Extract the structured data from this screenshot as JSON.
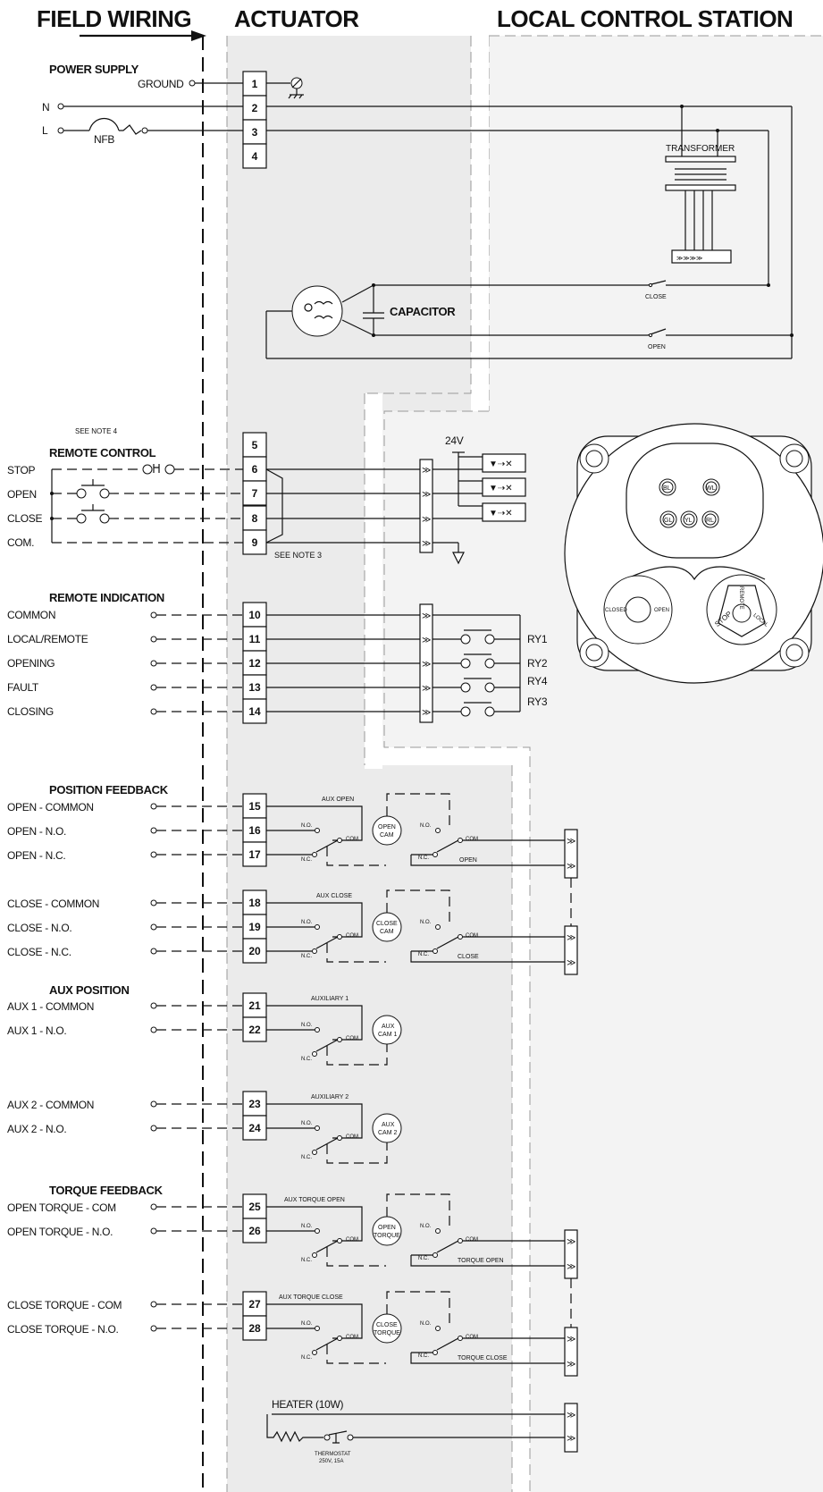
{
  "headers": {
    "field_wiring": "FIELD WIRING",
    "actuator": "ACTUATOR",
    "local_control_station": "LOCAL CONTROL STATION"
  },
  "power_supply": {
    "title": "POWER SUPPLY",
    "ground": "GROUND",
    "n": "N",
    "l": "L",
    "nfb": "NFB",
    "transformer": "TRANSFORMER",
    "capacitor": "CAPACITOR",
    "close": "CLOSE",
    "open": "OPEN"
  },
  "remote_control": {
    "note4": "SEE NOTE 4",
    "title": "REMOTE CONTROL",
    "labels": [
      "STOP",
      "OPEN",
      "CLOSE",
      "COM."
    ],
    "note3": "SEE NOTE 3",
    "voltage": "24V"
  },
  "remote_indication": {
    "title": "REMOTE INDICATION",
    "labels": [
      "COMMON",
      "LOCAL/REMOTE",
      "OPENING",
      "FAULT",
      "CLOSING"
    ],
    "relays": [
      "RY1",
      "RY2",
      "RY4",
      "RY3"
    ]
  },
  "control_station": {
    "lamps": [
      "BL",
      "WL",
      "GL",
      "YL",
      "RL"
    ],
    "selector_left": [
      "CLOSED",
      "OPEN"
    ],
    "selector_right": [
      "REMOTE",
      "STOP",
      "LOCAL"
    ]
  },
  "position_feedback": {
    "title": "POSITION FEEDBACK",
    "labels": [
      "OPEN - COMMON",
      "OPEN - N.O.",
      "OPEN - N.C.",
      "CLOSE - COMMON",
      "CLOSE - N.O.",
      "CLOSE - N.C."
    ],
    "aux_open": "AUX OPEN",
    "aux_close": "AUX CLOSE",
    "open_cam": [
      "OPEN",
      "CAM"
    ],
    "close_cam": [
      "CLOSE",
      "CAM"
    ],
    "open": "OPEN",
    "close": "CLOSE"
  },
  "aux_position": {
    "title": "AUX POSITION",
    "labels": [
      "AUX 1 - COMMON",
      "AUX 1 - N.O.",
      "AUX 2 - COMMON",
      "AUX 2 - N.O."
    ],
    "auxiliary1": "AUXILIARY 1",
    "auxiliary2": "AUXILIARY 2",
    "cam1": [
      "AUX",
      "CAM 1"
    ],
    "cam2": [
      "AUX",
      "CAM 2"
    ]
  },
  "torque_feedback": {
    "title": "TORQUE FEEDBACK",
    "labels": [
      "OPEN TORQUE - COM",
      "OPEN TORQUE - N.O.",
      "CLOSE TORQUE - COM",
      "CLOSE TORQUE - N.O."
    ],
    "aux_torque_open": "AUX TORQUE OPEN",
    "aux_torque_close": "AUX TORQUE CLOSE",
    "open_torque": [
      "OPEN",
      "TORQUE"
    ],
    "close_torque": [
      "CLOSE",
      "TORQUE"
    ],
    "torque_open": "TORQUE OPEN",
    "torque_close": "TORQUE CLOSE"
  },
  "heater": {
    "title": "HEATER (10W)",
    "thermostat": "THERMOSTAT",
    "rating": "250V, 15A"
  },
  "switch": {
    "no": "N.O.",
    "nc": "N.C.",
    "com": "COM"
  },
  "terminals": [
    "1",
    "2",
    "3",
    "4",
    "5",
    "6",
    "7",
    "8",
    "9",
    "10",
    "11",
    "12",
    "13",
    "14",
    "15",
    "16",
    "17",
    "18",
    "19",
    "20",
    "21",
    "22",
    "23",
    "24",
    "25",
    "26",
    "27",
    "28"
  ]
}
